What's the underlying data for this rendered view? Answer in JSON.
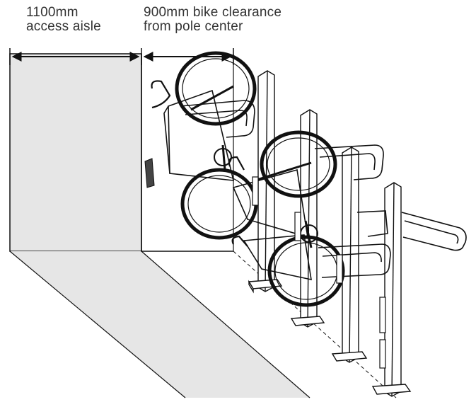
{
  "labels": {
    "aisle": {
      "line1": "1100mm",
      "line2": "access aisle"
    },
    "clearance": {
      "line1": "900mm bike clearance",
      "line2": "from pole center"
    }
  },
  "colors": {
    "aisle_fill": "#e6e6e6",
    "line": "#111111",
    "text": "#333333"
  },
  "icons": {
    "dimension_arrows": "double-arrow",
    "racks": "vertical-bike-rack"
  }
}
